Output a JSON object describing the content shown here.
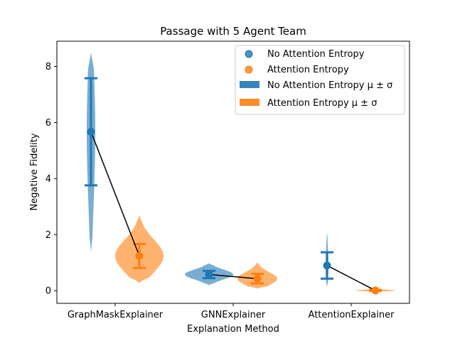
{
  "chart_data": {
    "type": "violin",
    "title": "Passage with 5 Agent Team",
    "xlabel": "Explanation Method",
    "ylabel": "Negative Fidelity",
    "categories": [
      "GraphMaskExplainer",
      "GNNExplainer",
      "AttentionExplainer"
    ],
    "ylim": [
      -0.45,
      8.9
    ],
    "yticks": [
      "0",
      "2",
      "4",
      "6",
      "8"
    ],
    "series": [
      {
        "name": "No Attention Entropy",
        "color": "#1f77b4",
        "mean": [
          5.67,
          0.58,
          0.9
        ],
        "std": [
          1.91,
          0.13,
          0.47
        ],
        "range": [
          [
            1.35,
            8.5
          ],
          [
            0.2,
            0.98
          ],
          [
            0.15,
            2.1
          ]
        ]
      },
      {
        "name": "Attention Entropy",
        "color": "#ff7f0e",
        "mean": [
          1.24,
          0.43,
          0.01
        ],
        "std": [
          0.43,
          0.17,
          0.02
        ],
        "range": [
          [
            0.28,
            2.7
          ],
          [
            0.08,
            1.02
          ],
          [
            -0.03,
            0.12
          ]
        ]
      }
    ],
    "legend": {
      "location": "upper right",
      "entries": [
        "No Attention Entropy",
        "Attention Entropy",
        "No Attention Entropy $\\mu \\pm \\sigma$",
        "Attention Entropy $\\mu \\pm \\sigma$"
      ],
      "entries_display": [
        "No Attention Entropy",
        "Attention Entropy",
        "No Attention Entropy μ ± σ",
        "Attention Entropy μ ± σ"
      ]
    },
    "connector_color": "#000000",
    "grid": false
  }
}
